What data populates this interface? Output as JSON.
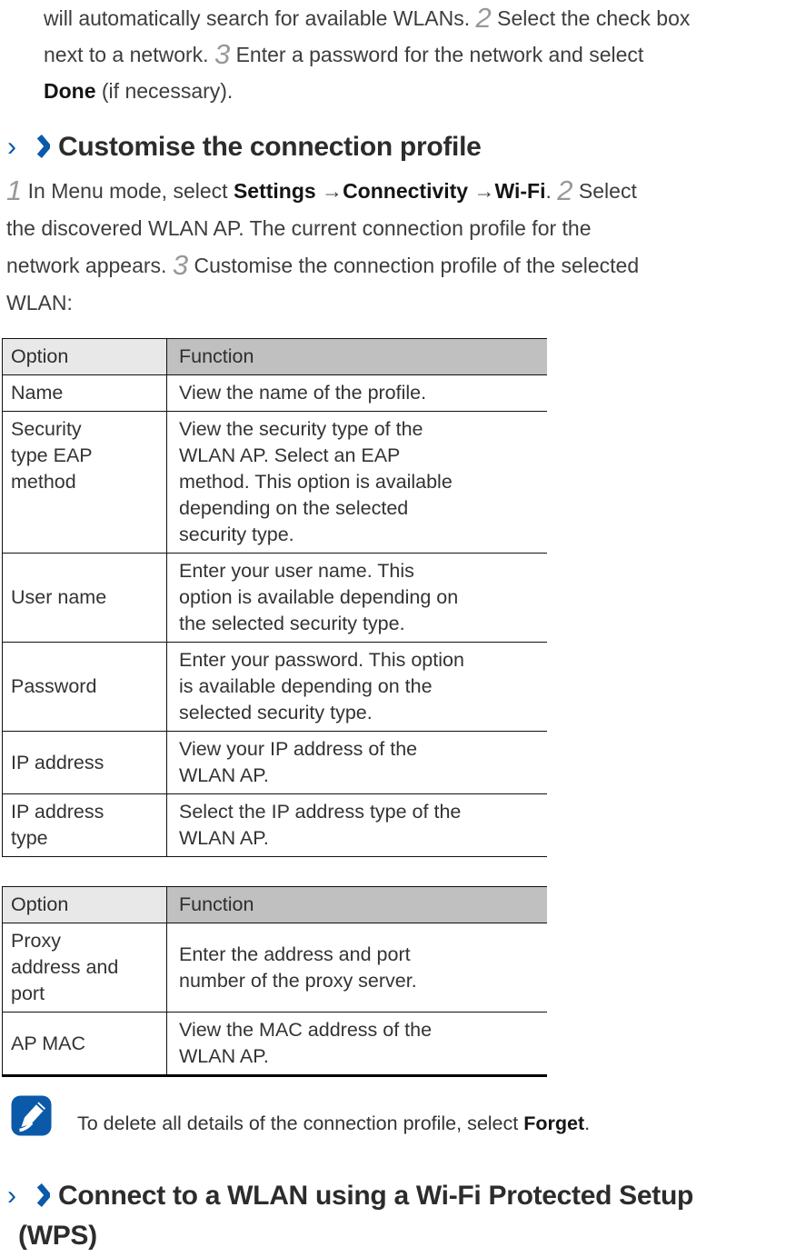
{
  "page": {
    "paragraph_1": {
      "lines": [
        "will automatically search for available WLANs. ##2## Select the check box",
        "next to a network. ##3## Enter a password for the network and select",
        "**Done** (if necessary)."
      ]
    },
    "heading_customise": {
      "marker": "›",
      "lines": [
        "Customise the connection profile"
      ]
    },
    "paragraph_2": {
      "lines": [
        "##1## In Menu mode, select **Settings** →**Connectivity** →**Wi-Fi**. ##2## Select",
        "the discovered WLAN AP. The current connection profile for the",
        "network appears. ##3## Customise the connection profile of the selected",
        "WLAN:"
      ]
    },
    "table_1": {
      "headers": [
        "Option",
        "Function"
      ],
      "rows": [
        {
          "option": [
            "Name"
          ],
          "function": [
            "View the name of the profile."
          ],
          "valign": "middle"
        },
        {
          "option": [
            "Security",
            "type EAP",
            "method"
          ],
          "function": [
            "View the security type of the",
            "WLAN AP. Select an EAP",
            "method. This option is available",
            "depending on the selected",
            "security type."
          ],
          "valign": "top"
        },
        {
          "option": [
            "User name"
          ],
          "function": [
            "Enter your user name. This",
            "option is available depending on",
            "the selected security type."
          ],
          "valign": "middle"
        },
        {
          "option": [
            "Password"
          ],
          "function": [
            "Enter your password. This option",
            "is available depending on the",
            "selected security type."
          ],
          "valign": "middle"
        },
        {
          "option": [
            "IP address"
          ],
          "function": [
            "View your IP address of the",
            "WLAN AP."
          ],
          "valign": "middle"
        },
        {
          "option": [
            "IP address",
            "type"
          ],
          "function": [
            "Select the IP address type of the",
            "WLAN AP."
          ],
          "valign": "middle"
        }
      ]
    },
    "table_2": {
      "headers": [
        "Option",
        "Function"
      ],
      "rows": [
        {
          "option": [
            "Proxy",
            "address and",
            "port"
          ],
          "function": [
            "Enter the address and port",
            "number of the proxy server."
          ],
          "valign": "middle"
        },
        {
          "option": [
            "AP MAC"
          ],
          "function": [
            "View the MAC address of the",
            "WLAN AP."
          ],
          "valign": "middle"
        }
      ]
    },
    "note": {
      "text": "To delete all details of the connection profile, select **Forget**."
    },
    "heading_wps": {
      "marker": "›",
      "lines": [
        "Connect to a WLAN using a Wi-Fi Protected Setup",
        "(WPS)"
      ]
    }
  },
  "colors": {
    "accent_blue": "#0b5aa9",
    "body_text": "#3d3d3d",
    "step_number_gray": "#98989a",
    "table_header_option_bg": "#e8e8e8",
    "table_header_function_bg": "#c0c0c0"
  }
}
